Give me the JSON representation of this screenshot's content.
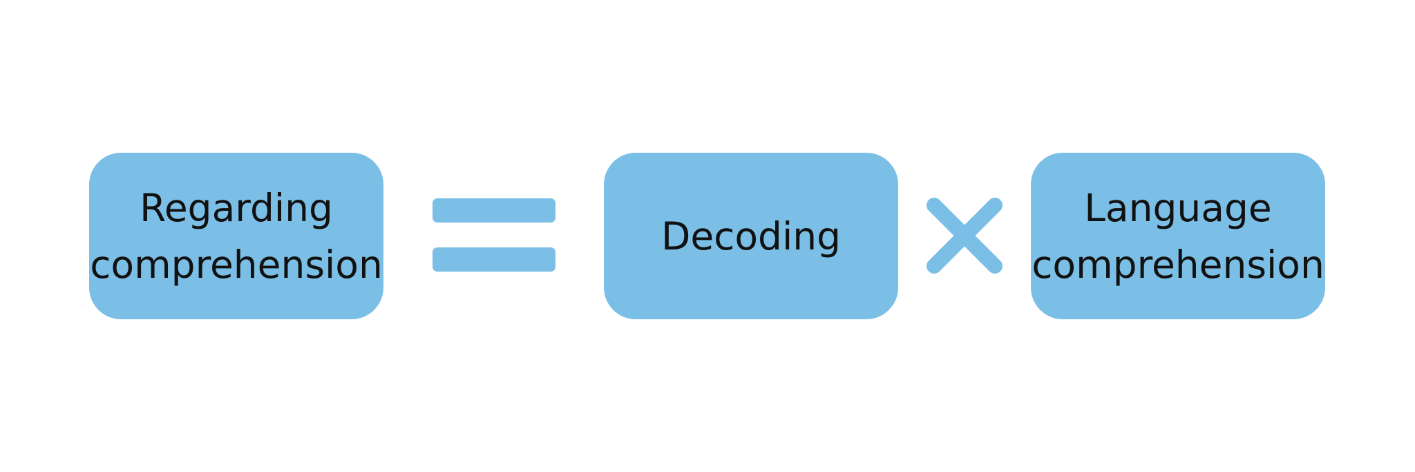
{
  "diagram": {
    "box_color": "#7bbfe6",
    "text_color": "#111111",
    "terms": [
      {
        "label": "Regarding\ncomprehension"
      },
      {
        "label": "Decoding"
      },
      {
        "label": "Language\ncomprehension"
      }
    ],
    "operators": {
      "equals": "equals-icon",
      "multiply": "multiply-icon"
    }
  }
}
